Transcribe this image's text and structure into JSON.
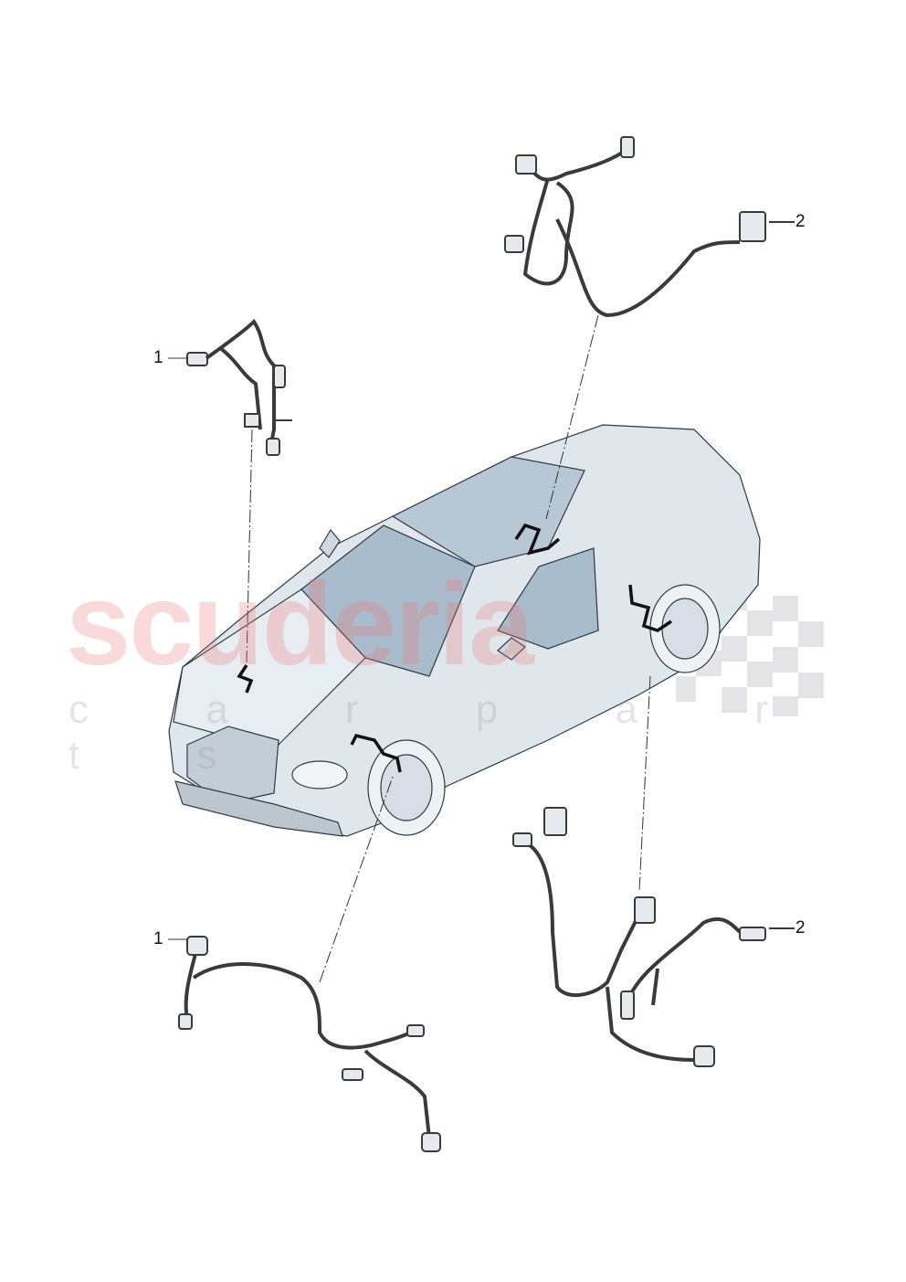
{
  "diagram": {
    "callouts": [
      {
        "label": "1",
        "part": "harness-upper-left"
      },
      {
        "label": "2",
        "part": "harness-upper-right"
      },
      {
        "label": "1",
        "part": "harness-lower-left"
      },
      {
        "label": "2",
        "part": "harness-lower-right"
      }
    ],
    "watermark": {
      "brand": "scuderia",
      "tagline": "c a r p a r t s"
    },
    "colors": {
      "car_body": "#dfe6ec",
      "glass": "#a9bccb",
      "harness": "#3a3a3a",
      "watermark_red": "#eb7878",
      "watermark_gray": "#969696"
    }
  }
}
